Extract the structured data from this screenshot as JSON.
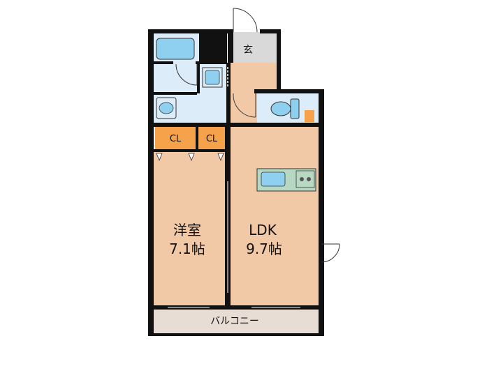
{
  "rooms": {
    "western_room": {
      "name": "洋室",
      "size": "7.1帖"
    },
    "ldk": {
      "name": "LDK",
      "size": "9.7帖"
    },
    "entrance": "玄",
    "closet_1": "CL",
    "closet_2": "CL",
    "balcony": "バルコニー"
  },
  "colors": {
    "wall": "#111111",
    "room_floor": "#f2c9a7",
    "wet_area": "#dcecf9",
    "fixture": "#8fd0f0",
    "closet": "#f5a24a",
    "entrance_floor": "#d9d9d9",
    "balcony": "#e8ddd4",
    "counter": "#b7d9c4"
  },
  "icons": [
    "bathtub-icon",
    "washbasin-icon",
    "washing-machine-icon",
    "toilet-icon",
    "kitchen-sink-icon",
    "stove-icon",
    "door-swing-icon"
  ]
}
